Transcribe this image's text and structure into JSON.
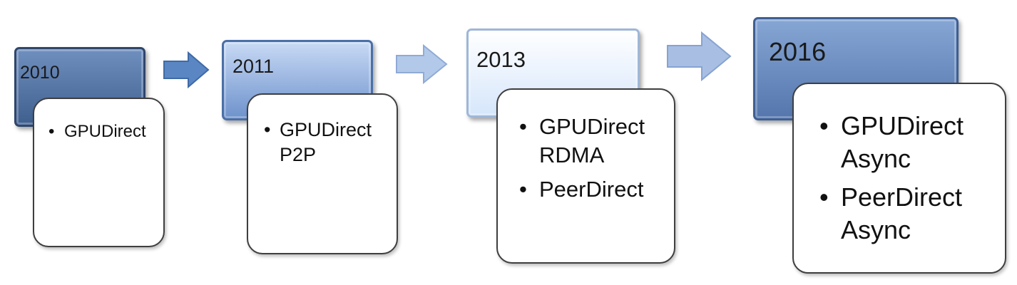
{
  "colors": {
    "arrow_1": "#5b86c4",
    "arrow_2": "#a9c1e6",
    "arrow_3": "#9cb5dd",
    "card_border": "#3f3f3f"
  },
  "stages": [
    {
      "year": "2010",
      "items": [
        "GPUDirect"
      ]
    },
    {
      "year": "2011",
      "items": [
        "GPUDirect P2P"
      ]
    },
    {
      "year": "2013",
      "items": [
        "GPUDirect RDMA",
        "PeerDirect"
      ]
    },
    {
      "year": "2016",
      "items": [
        "GPUDirect Async",
        "PeerDirect Async"
      ]
    }
  ],
  "item_lines": {
    "stage_1": [
      [
        "GPUDirect"
      ]
    ],
    "stage_2": [
      [
        "GPUDirect",
        "P2P"
      ]
    ],
    "stage_3": [
      [
        "GPUDirect",
        "RDMA"
      ],
      [
        "PeerDirect"
      ]
    ],
    "stage_4": [
      [
        "GPUDirect",
        "Async"
      ],
      [
        "PeerDirect",
        "Async"
      ]
    ]
  }
}
